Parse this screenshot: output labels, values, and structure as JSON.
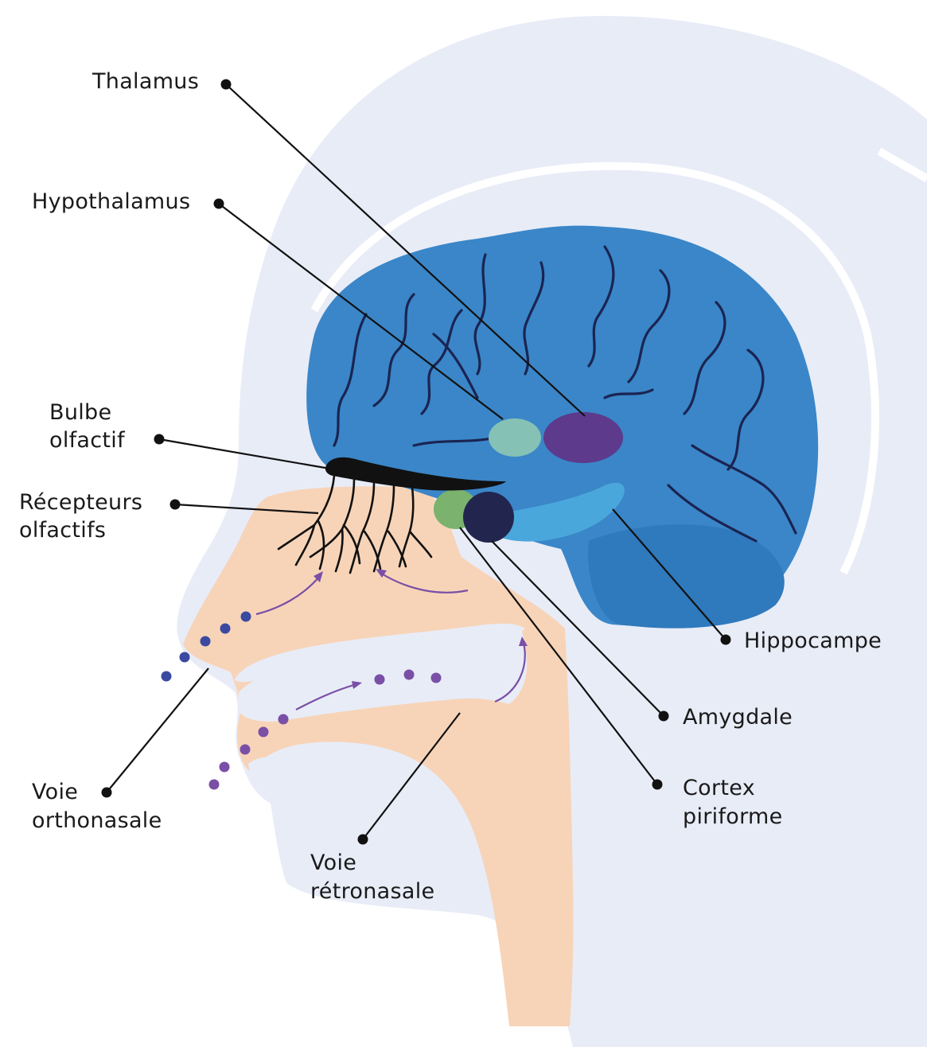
{
  "labels": {
    "thalamus": "Thalamus",
    "hypothalamus": "Hypothalamus",
    "bulbe_line1": "Bulbe",
    "bulbe_line2": "olfactif",
    "recepteurs_line1": "Récepteurs",
    "recepteurs_line2": "olfactifs",
    "hippocampe": "Hippocampe",
    "amygdale": "Amygdale",
    "cortex_line1": "Cortex",
    "cortex_line2": "piriforme",
    "orthonasale_line1": "Voie",
    "orthonasale_line2": "orthonasale",
    "retronasale_line1": "Voie",
    "retronasale_line2": "rétronasale"
  },
  "colors": {
    "head": "#e8ecf7",
    "brain": "#3a86c8",
    "sulci": "#1b2452",
    "nasal_cavity": "#f7d4b8",
    "thalamus": "#5d3a8c",
    "hypothalamus": "#86c1b6",
    "hippocampe": "#4aa7dc",
    "amygdale": "#22264f",
    "cortex_piriforme": "#7ab26e",
    "orthonasal_dots": "#3b4aa0",
    "retronasal_dots": "#7a4fa6"
  }
}
